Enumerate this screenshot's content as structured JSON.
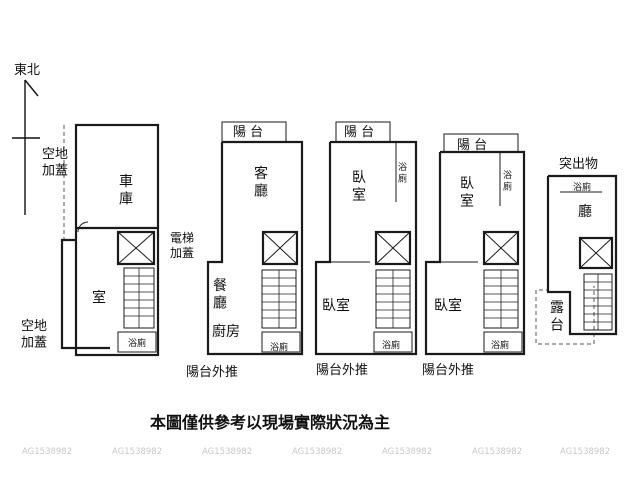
{
  "compass": {
    "label": "東北"
  },
  "floors": [
    {
      "rooms": {
        "garage": "車\n庫",
        "room": "室"
      },
      "notes": {
        "top_left": "空地\n加蓋",
        "bottom_left": "空地\n加蓋",
        "elevator": "電梯\n加蓋"
      },
      "bath": "浴廁"
    },
    {
      "balcony": "陽 台",
      "rooms": {
        "living": "客\n廳",
        "dining": "餐\n廳",
        "kitchen": "廚房"
      },
      "bath": "浴廁",
      "note": "陽台外推"
    },
    {
      "balcony": "陽 台",
      "rooms": {
        "bedroom_top": "臥\n室",
        "bedroom_bottom": "臥室"
      },
      "bath_top": "浴\n廁",
      "bath": "浴廁",
      "note": "陽台外推"
    },
    {
      "balcony": "陽 台",
      "rooms": {
        "bedroom_top": "臥\n室",
        "bedroom_bottom": "臥室"
      },
      "bath_top": "浴\n廁",
      "bath": "浴廁",
      "note": "陽台外推"
    },
    {
      "header": "突出物",
      "rooms": {
        "hall": "廳",
        "terrace": "露\n台"
      },
      "bath": "浴廁"
    }
  ],
  "footer": {
    "disclaimer": "本圖僅供參考以現場實際狀況為主"
  },
  "watermark": "AG1538982"
}
